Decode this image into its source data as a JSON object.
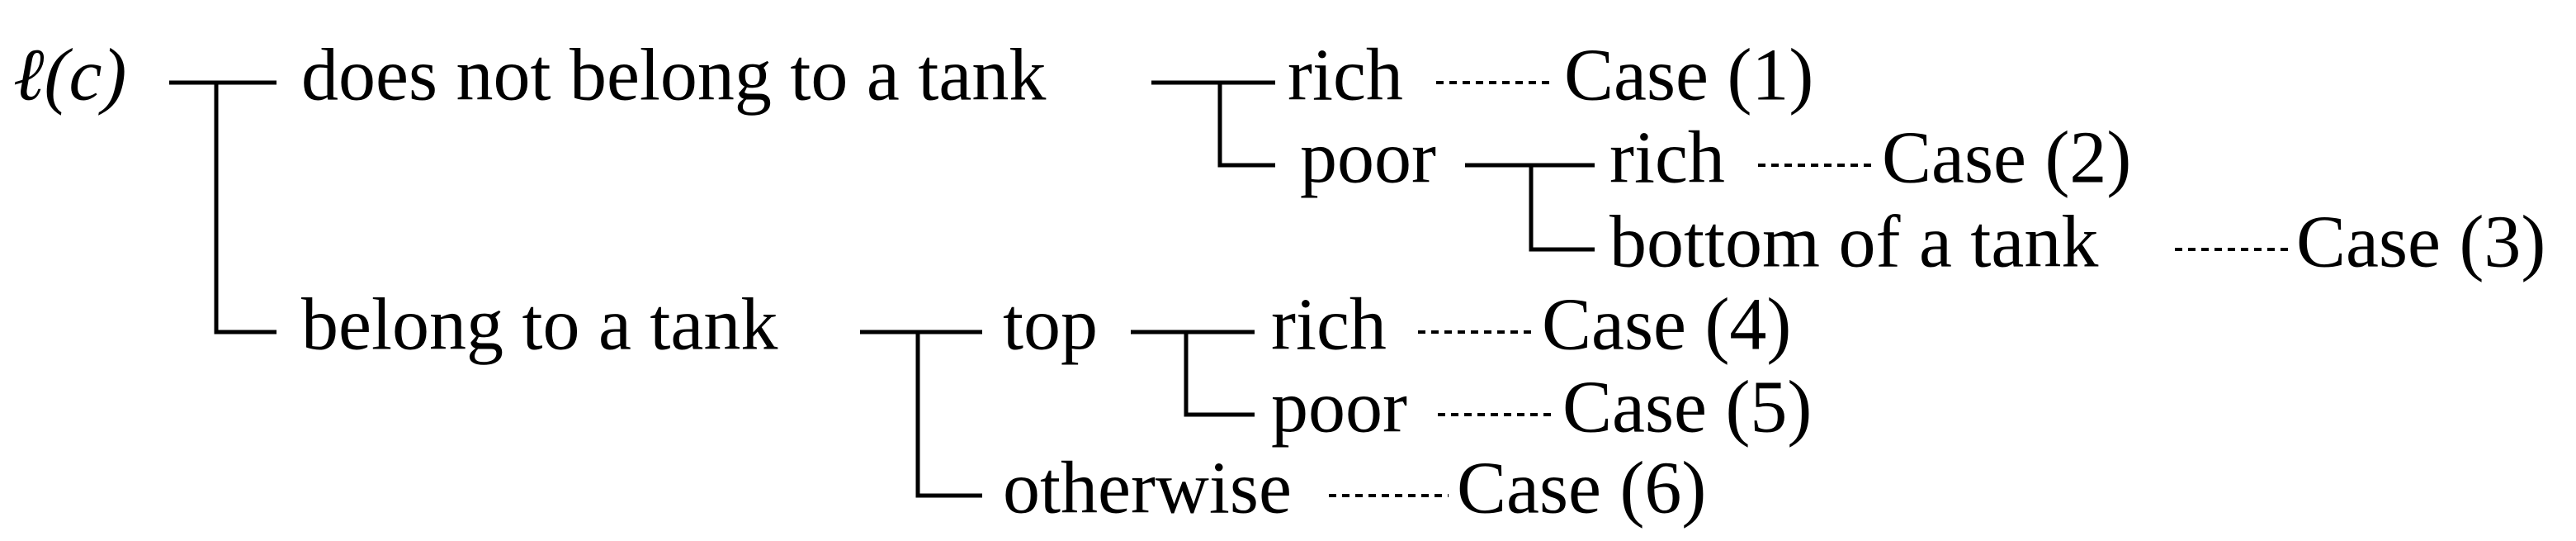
{
  "tree": {
    "root": "ℓ(c)",
    "branch_a": {
      "label": "does not belong to a tank",
      "rich": "rich",
      "rich_case": "Case (1)",
      "poor": "poor",
      "poor_rich": "rich",
      "poor_rich_case": "Case (2)",
      "bottom": "bottom of a tank",
      "bottom_case": "Case (3)"
    },
    "branch_b": {
      "label": "belong to a tank",
      "top": "top",
      "top_rich": "rich",
      "top_rich_case": "Case (4)",
      "top_poor": "poor",
      "top_poor_case": "Case (5)",
      "otherwise": "otherwise",
      "otherwise_case": "Case (6)"
    }
  }
}
